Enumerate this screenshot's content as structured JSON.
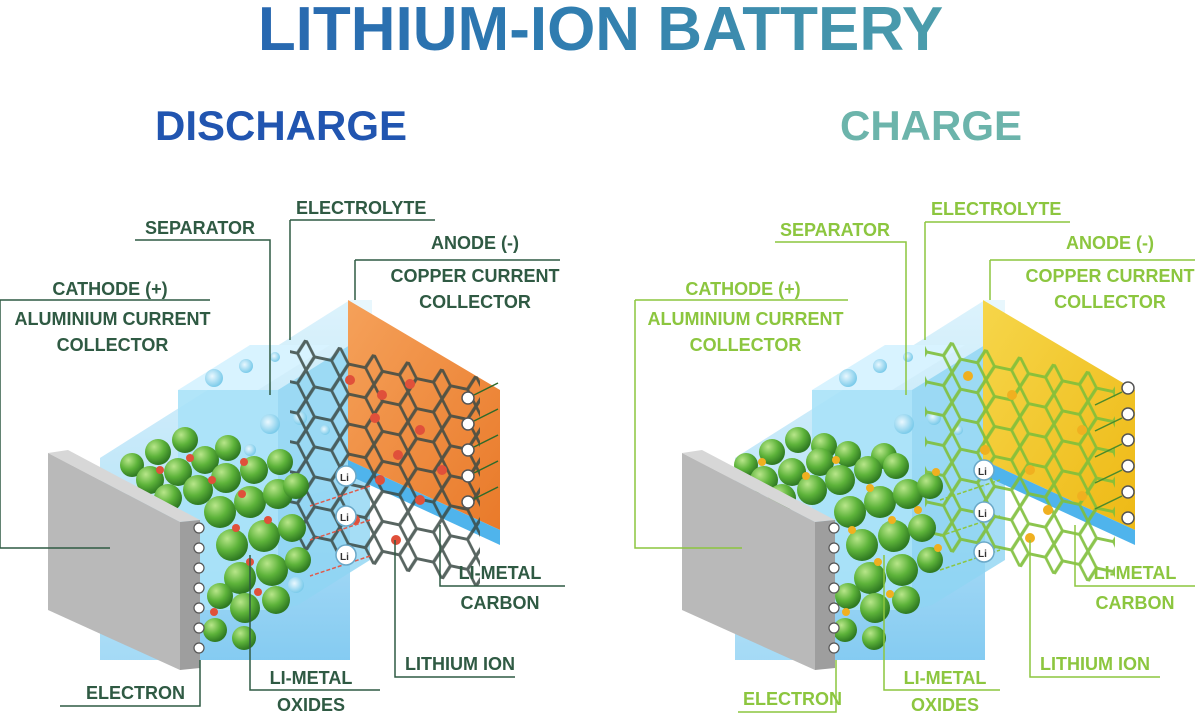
{
  "title": "LITHIUM-ION BATTERY",
  "discharge": {
    "heading": "DISCHARGE",
    "separator": "SEPARATOR",
    "electrolyte": "ELECTROLYTE",
    "anode": "ANODE (-)",
    "copper_1": "COPPER CURRENT",
    "copper_2": "COLLECTOR",
    "cathode": "CATHODE (+)",
    "aluminium_1": "ALUMINIUM CURRENT",
    "aluminium_2": "COLLECTOR",
    "li_carbon_1": "LI-METAL",
    "li_carbon_2": "CARBON",
    "lithium_ion": "LITHIUM ION",
    "li_oxides_1": "LI-METAL",
    "li_oxides_2": "OXIDES",
    "electron": "ELECTRON"
  },
  "charge": {
    "heading": "CHARGE",
    "separator": "SEPARATOR",
    "electrolyte": "ELECTROLYTE",
    "anode": "ANODE (-)",
    "copper_1": "COPPER CURRENT",
    "copper_2": "COLLECTOR",
    "cathode": "CATHODE (+)",
    "aluminium_1": "ALUMINIUM CURRENT",
    "aluminium_2": "COLLECTOR",
    "li_carbon_1": "LI-METAL",
    "li_carbon_2": "CARBON",
    "lithium_ion": "LITHIUM ION",
    "li_oxides_1": "LI-METAL",
    "li_oxides_2": "OXIDES",
    "electron": "ELECTRON"
  },
  "ion_symbol": "Li",
  "electron_symbol": "−",
  "colors": {
    "discharge_label": "#2f5a43",
    "charge_label": "#8cc63f",
    "discharge_anode": "#f08a3c",
    "charge_anode": "#f3c21b",
    "electrolyte": "#bfe6f7",
    "cathode_sphere": "#5db33a"
  }
}
